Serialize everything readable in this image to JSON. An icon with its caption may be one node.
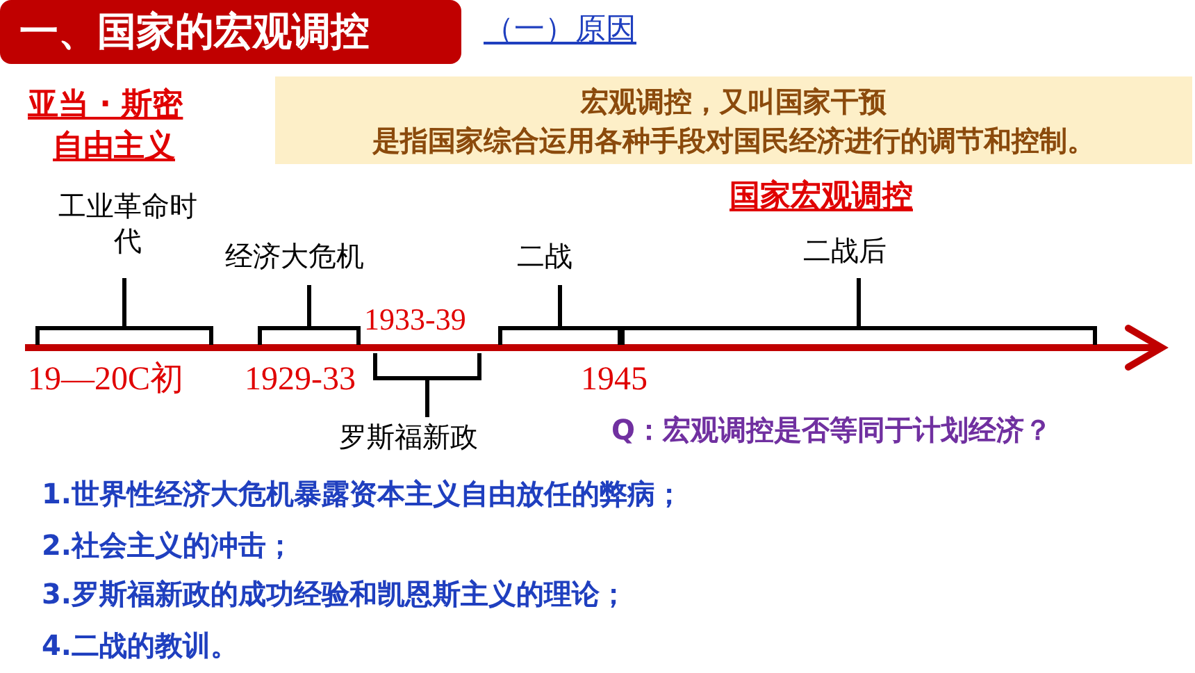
{
  "diagram": {
    "title": "一、国家的宏观调控",
    "nodes": [
      {
        "text": [
          "宏观调控，又叫国家干预",
          "是指国家综合运用各种手段对国民经济进行的调节和控制。"
        ]
      }
    ],
    "labels": [
      "（一）原因",
      "亚当 · 斯密",
      "自由主义",
      "国家宏观调控",
      "工业革命时代",
      "经济大危机",
      "二战",
      "二战后",
      "1933-39",
      "19—20C初",
      "1929-33",
      "1945",
      "罗斯福新政",
      "Q：宏观调控是否等同于计划经济？",
      "1.世界性经济大危机暴露资本主义自由放任的弊病；",
      "2.社会主义的冲击；",
      "3.罗斯福新政的成功经验和凯恩斯主义的理论；",
      "4.二战的教训。"
    ]
  }
}
